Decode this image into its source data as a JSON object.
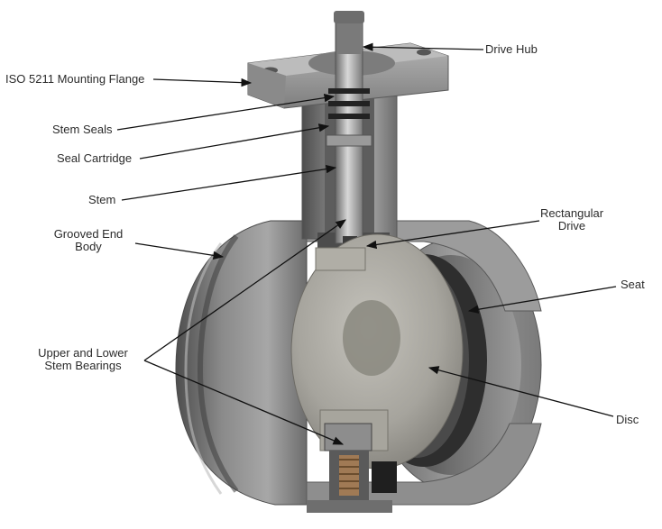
{
  "labels": {
    "drive_hub": "Drive Hub",
    "mounting_flange": "ISO 5211 Mounting Flange",
    "stem_seals": "Stem Seals",
    "seal_cartridge": "Seal Cartridge",
    "stem": "Stem",
    "grooved_end_body_line1": "Grooved End",
    "grooved_end_body_line2": "Body",
    "rectangular_drive_line1": "Rectangular",
    "rectangular_drive_line2": "Drive",
    "seat": "Seat",
    "stem_bearings_line1": "Upper and Lower",
    "stem_bearings_line2": "Stem Bearings",
    "disc": "Disc"
  },
  "colors": {
    "metal_dark": "#5a5a5a",
    "metal_mid": "#8c8c8c",
    "metal_light": "#b9b9b9",
    "disc": "#a19f98",
    "leader": "#1a1a1a"
  }
}
